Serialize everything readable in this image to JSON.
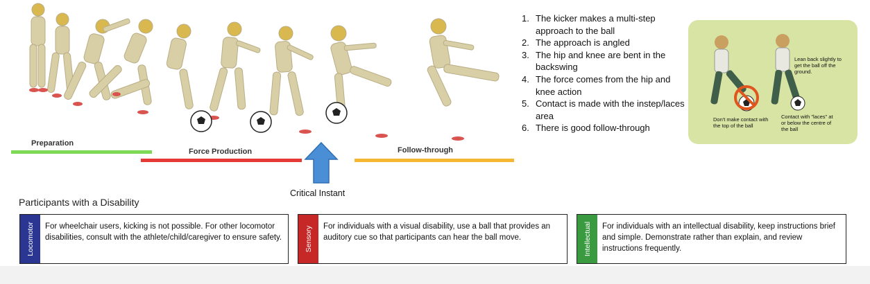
{
  "phases": {
    "preparation": "Preparation",
    "force_production": "Force Production",
    "follow_through": "Follow-through"
  },
  "critical_instant": "Critical Instant",
  "steps": [
    {
      "num": "1.",
      "text": "The kicker makes a multi-step approach to the ball"
    },
    {
      "num": "2.",
      "text": "The approach is angled"
    },
    {
      "num": "3.",
      "text": "The hip and knee are bent in the backswing"
    },
    {
      "num": "4.",
      "text": "The force comes from the hip and knee action"
    },
    {
      "num": "5.",
      "text": "Contact is made with the instep/laces area"
    },
    {
      "num": "6.",
      "text": "There is good follow-through"
    }
  ],
  "inset": {
    "lean_note": "Lean back slightly to get the ball off the ground.",
    "dont_note": "Don't make contact with the top of the ball",
    "contact_note": "Contact with \"laces\" at or below the centre of the ball"
  },
  "section_title": "Participants with a Disability",
  "disability_boxes": [
    {
      "tab": "Locomotor",
      "text": "For wheelchair users, kicking is not possible. For other locomotor disabilities, consult with the athlete/child/caregiver to ensure safety."
    },
    {
      "tab": "Sensory",
      "text": "For individuals with a visual  disability, use a ball that provides an auditory cue so that participants can hear the ball move."
    },
    {
      "tab": "Intellectual",
      "text": "For individuals with an intellectual disability, keep instructions brief and simple. Demonstrate rather than explain, and review instructions frequently."
    }
  ],
  "colors": {
    "preparation_bar": "#7ed957",
    "force_bar": "#e53935",
    "follow_bar": "#f5b731",
    "arrow": "#4a8fd6",
    "locomotor_tab": "#2b3592",
    "sensory_tab": "#c62828",
    "intellectual_tab": "#3a9a3f",
    "inset_bg": "#d8e4a4"
  }
}
